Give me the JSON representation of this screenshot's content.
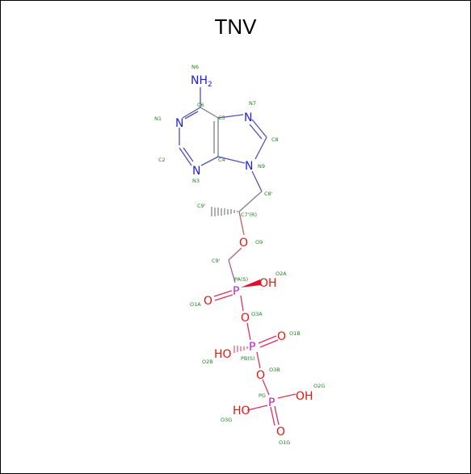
{
  "title": "TNV",
  "colors": {
    "nitrogen": "#2020e0",
    "oxygen": "#f01010",
    "phosphorus": "#c020c0",
    "carbon_bond": "#808080",
    "annotation": "#208020"
  },
  "atoms": {
    "nh2": {
      "main": "NH",
      "sub": "2"
    },
    "n1": "N",
    "n3": "N",
    "n7": "N",
    "n9": "N",
    "o9": "O",
    "pa": "P",
    "o2a": "OH",
    "o1a": "O",
    "o3a": "O",
    "pb": "P",
    "o1b": "O",
    "o2b": "HO",
    "o3b": "O",
    "pg": "P",
    "o2g": "OH",
    "o3g": "HO",
    "o1g": "O"
  },
  "labels": {
    "n6": "N6",
    "c6": "C6",
    "n7": "N7",
    "n1": "N1",
    "c5": "C5",
    "c8": "C8",
    "c2": "C2",
    "c4": "C4",
    "n9": "N9",
    "n3": "N3",
    "c8p": "C8'",
    "c9p_top": "C9'",
    "c7p": "C7'(R)",
    "o9": "O9",
    "c9p": "C9'",
    "pa": "PA(S)",
    "o2a": "O2A",
    "o1a": "O1A",
    "o3a": "O3A",
    "o1b": "O1B",
    "o2b": "O2B",
    "pb": "PB(S)",
    "o3b": "O3B",
    "pg": "PG",
    "o2g": "O2G",
    "o3g": "O3G",
    "o1g": "O1G"
  }
}
